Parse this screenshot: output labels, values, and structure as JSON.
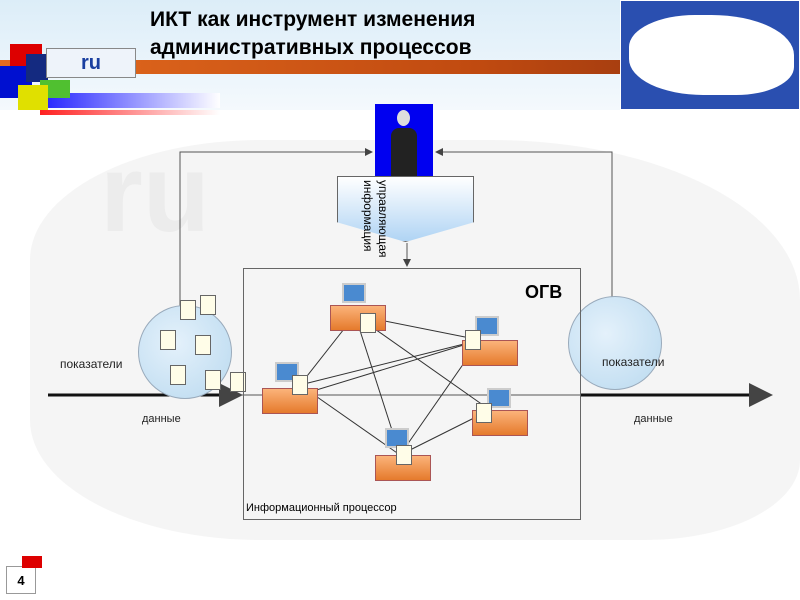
{
  "slide": {
    "title_line1": "ИКТ как инструмент изменения",
    "title_line2": "административных процессов",
    "page_number": "4",
    "logo_text": "ru"
  },
  "diagram": {
    "manager_info": "управляющая информация",
    "ogv_label": "ОГВ",
    "processor_label": "Информационный процессор",
    "left": {
      "indicators": "показатели",
      "data": "данные"
    },
    "right": {
      "indicators": "показатели",
      "data": "данные"
    }
  },
  "colors": {
    "accent_orange": "#e46b1f",
    "blue": "#0000f0"
  }
}
